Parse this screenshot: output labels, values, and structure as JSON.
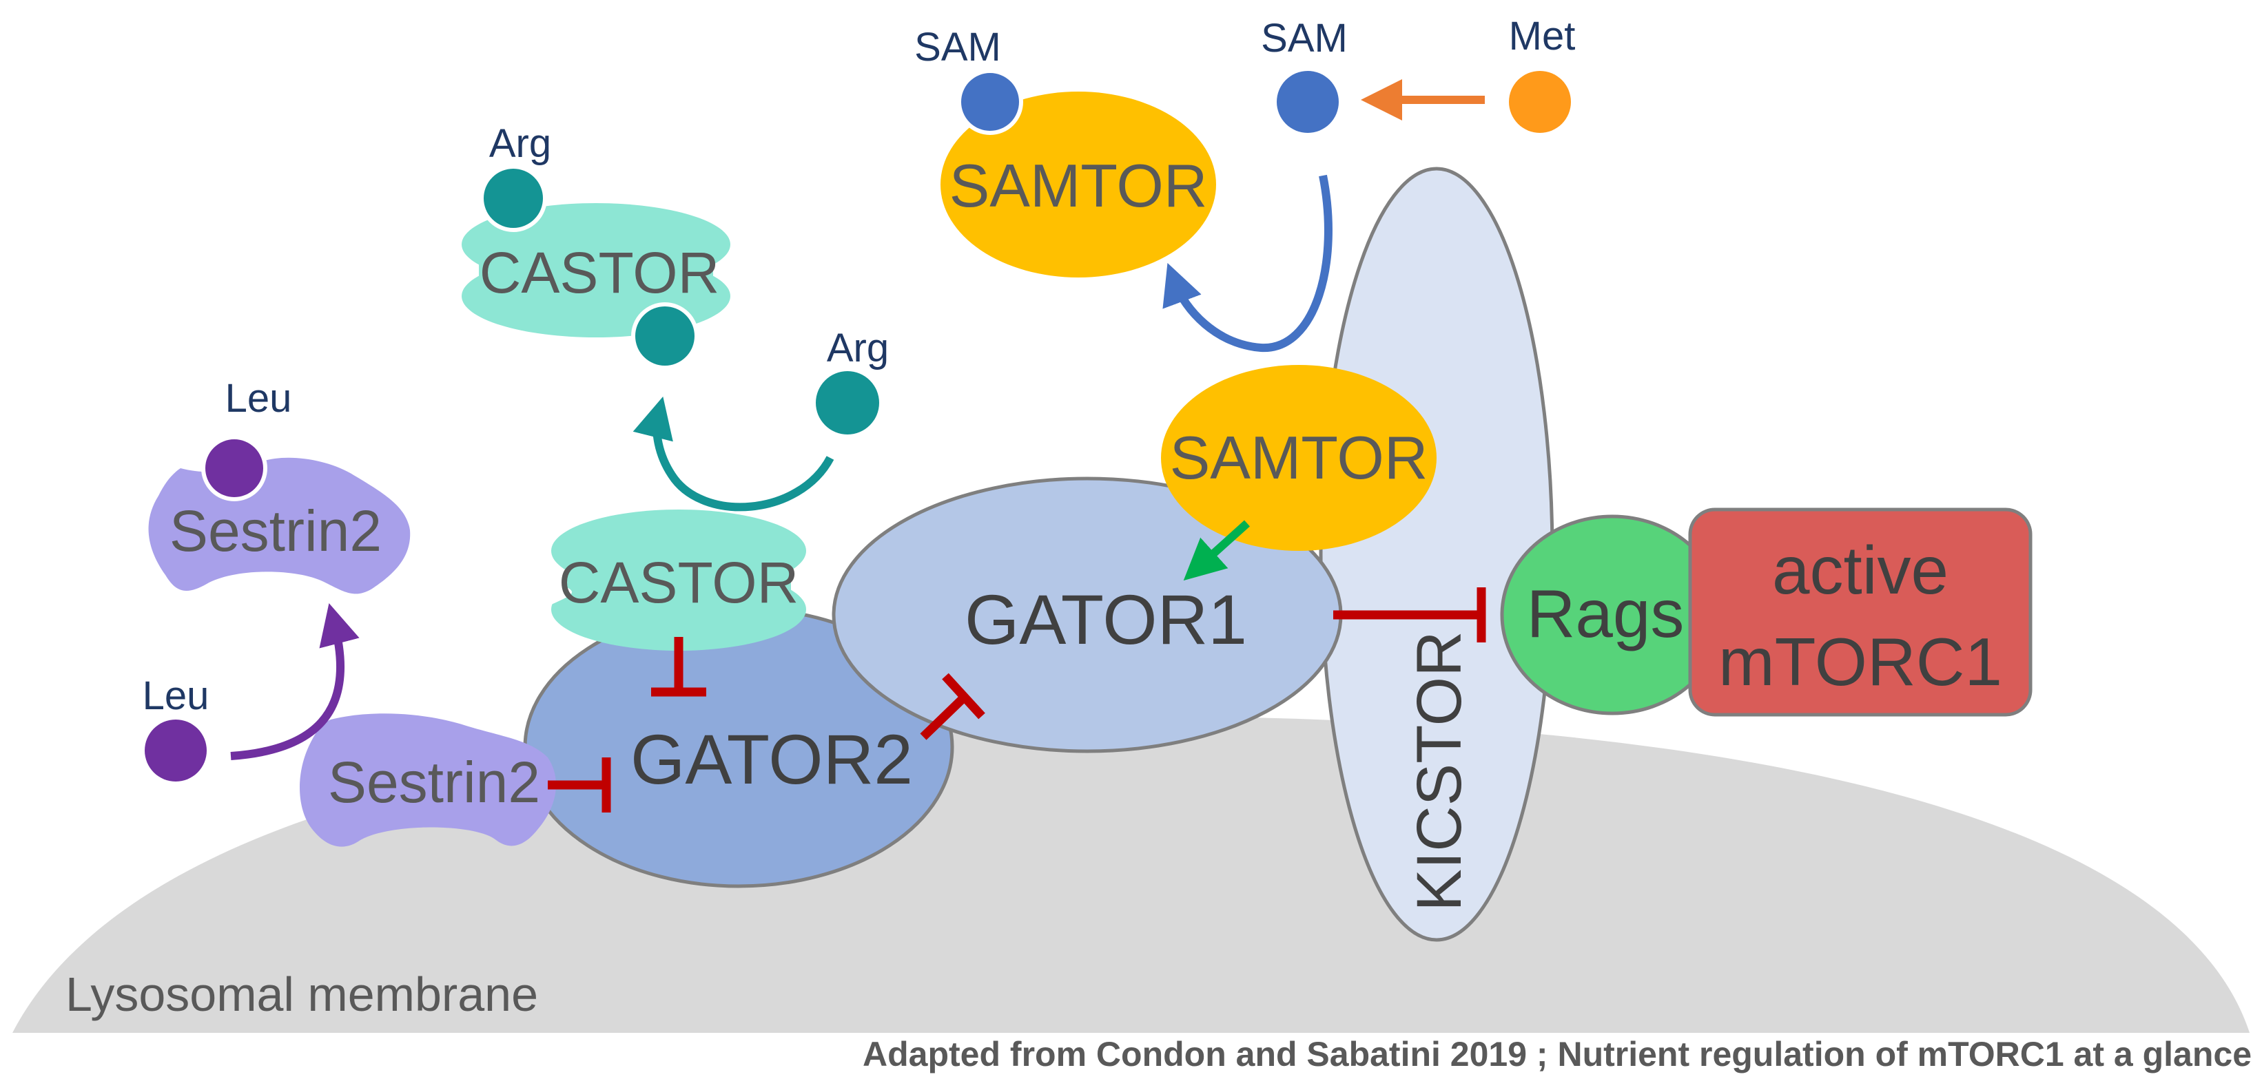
{
  "diagram": {
    "membrane_label": "Lysosomal membrane",
    "caption": "Adapted from Condon and Sabatini 2019 ; Nutrient regulation of mTORC1 at a glance",
    "complexes": {
      "gator2": "GATOR2",
      "gator1": "GATOR1",
      "kicstor": "KICSTOR",
      "rags": "Rags",
      "mtorc1_line1": "active",
      "mtorc1_line2": "mTORC1",
      "castor_bound": "CASTOR",
      "castor_free": "CASTOR",
      "sestrin_bound": "Sestrin2",
      "sestrin_free": "Sestrin2",
      "samtor_bound": "SAMTOR",
      "samtor_free": "SAMTOR"
    },
    "metabolites": {
      "leu_top": "Leu",
      "leu_bottom": "Leu",
      "arg_top": "Arg",
      "arg_right": "Arg",
      "sam_left": "SAM",
      "sam_right": "SAM",
      "met": "Met"
    },
    "colors": {
      "membrane": "#d9d9d9",
      "gator2": "#8eaadb",
      "gator1": "#b4c7e7",
      "kicstor": "#dae3f3",
      "rags": "#57d37a",
      "mtorc1": "#d95c58",
      "castor": "#8de6d4",
      "sestrin": "#a8a0ea",
      "samtor": "#ffc000",
      "leu": "#7030a0",
      "arg": "#149494",
      "sam": "#4472c4",
      "met": "#ff9a1a",
      "inhibition": "#c00000",
      "activation": "#00b050"
    }
  }
}
